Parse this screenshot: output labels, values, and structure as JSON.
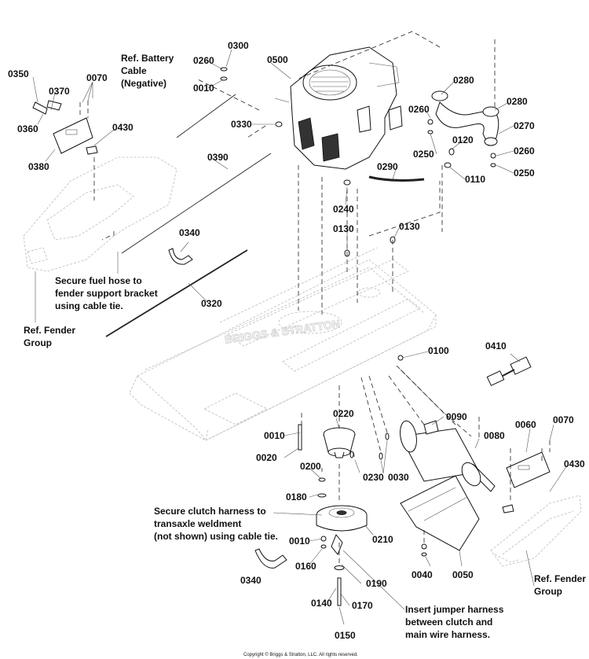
{
  "watermark": "BRIGGS & STRATTON",
  "copyright": "Copyright © Briggs & Stratton, LLC. All rights reserved.",
  "parts": {
    "p0350": "0350",
    "p0370": "0370",
    "p0070a": "0070",
    "p0360": "0360",
    "p0380": "0380",
    "p0430a": "0430",
    "p0260a": "0260",
    "p0300": "0300",
    "p0010a": "0010",
    "p0500": "0500",
    "p0330": "0330",
    "p0390": "0390",
    "p0280a": "0280",
    "p0280b": "0280",
    "p0260b": "0260",
    "p0270": "0270",
    "p0250a": "0250",
    "p0120": "0120",
    "p0260c": "0260",
    "p0250b": "0250",
    "p0290": "0290",
    "p0110": "0110",
    "p0240": "0240",
    "p0130a": "0130",
    "p0130b": "0130",
    "p0340a": "0340",
    "p0320": "0320",
    "p0100": "0100",
    "p0410": "0410",
    "p0090": "0090",
    "p0060": "0060",
    "p0070b": "0070",
    "p0080": "0080",
    "p0430b": "0430",
    "p0220": "0220",
    "p0010b": "0010",
    "p0020": "0020",
    "p0230": "0230",
    "p0030": "0030",
    "p0200": "0200",
    "p0180": "0180",
    "p0210": "0210",
    "p0010c": "0010",
    "p0160": "0160",
    "p0340b": "0340",
    "p0190": "0190",
    "p0140": "0140",
    "p0170": "0170",
    "p0150": "0150",
    "p0040": "0040",
    "p0050": "0050"
  },
  "notes": {
    "battery_cable": [
      "Ref. Battery",
      "Cable",
      "(Negative)"
    ],
    "fuel_hose": [
      "Secure fuel hose to",
      "fender support bracket",
      "using cable tie."
    ],
    "fender_left": [
      "Ref. Fender",
      "Group"
    ],
    "clutch_harness": [
      "Secure clutch harness to",
      "transaxle weldment",
      "(not shown) using cable tie."
    ],
    "jumper_harness": [
      "Insert jumper harness",
      "between clutch and",
      "main wire harness."
    ],
    "fender_right": [
      "Ref. Fender",
      "Group"
    ]
  }
}
